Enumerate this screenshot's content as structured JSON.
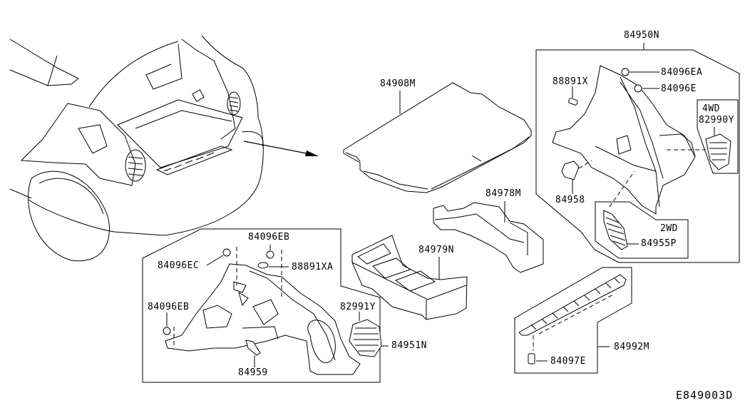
{
  "diagram": {
    "type": "exploded-parts-diagram",
    "subject": "rear luggage compartment trim",
    "diagram_code": "E849003D",
    "parts": {
      "board_assy_luggage_floor": "84908M",
      "box_luggage_floor_front": "84978M",
      "box_luggage_floor_rear": "84979N",
      "finisher_luggage_side_rh": "84950N",
      "finisher_luggage_side_lh": "84951N",
      "clip_ea": "84096EA",
      "clip_e": "84096E",
      "clip_eb_top": "84096EB",
      "clip_eb_left": "84096EB",
      "clip_ec": "84096EC",
      "cap_rh": "88891X",
      "cap_lh": "88891XA",
      "lid_rh": "84958",
      "lid_lh": "84959",
      "grille_4wd_rh": "82990Y",
      "grille_2wd_rh": "84955P",
      "grille_lh": "82991Y",
      "plate_kicking": "84992M",
      "clip_kicking": "84097E"
    },
    "variants": {
      "four_wd": "4WD",
      "two_wd": "2WD"
    }
  }
}
